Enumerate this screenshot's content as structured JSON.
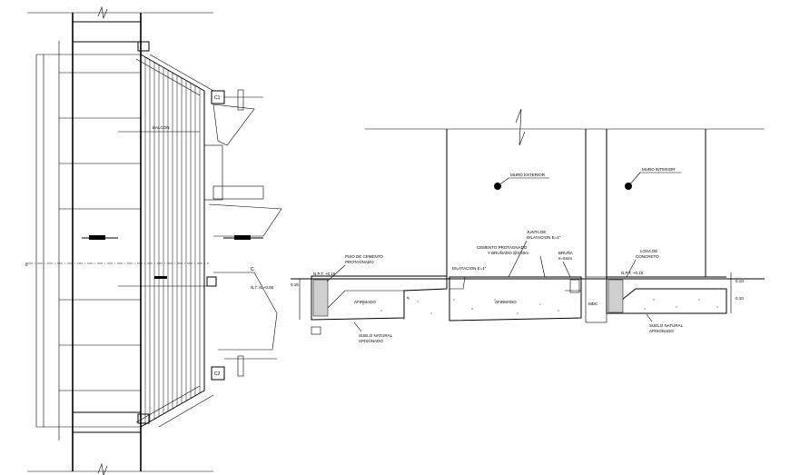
{
  "section": {
    "wall_exterior_label": "MURO EXTERIOR",
    "wall_interior_label": "MURO INTERIOR",
    "cement_floor_label_1": "PISO DE CEMENTO",
    "cement_floor_label_2": "PROTAGNADO",
    "level_left": "N.P.T. +0.15",
    "expansion_joint_1": "JUNTA DE",
    "expansion_joint_2": "DILATACION E=1\"",
    "cement_pulido_1": "CEMENTO PROTAGNADO",
    "cement_pulido_2": "Y BRUÑADO @0.40m",
    "brick_1": "BRUÑA",
    "brick_2": "e=5mm",
    "slab_1": "LOSA DE",
    "slab_2": "CONCRETO",
    "level_right": "N.P.T. +0.15",
    "expansion_joint_small": "DILATACION E=1\"",
    "soil_left_1": "SUELO NATURAL",
    "soil_left_2": "APISONADO",
    "soil_right_1": "SUELO NATURAL",
    "soil_right_2": "APISONADO",
    "fill_label_1": "AFIRMADO",
    "fill_label_2": "AFIRMADO",
    "dim_left": "0.15",
    "dim_right_1": "0.10",
    "dim_right_2": "0.10",
    "small_tag": "MDC"
  },
  "plan": {
    "balcony_label": "BALCON",
    "level_tag": "N.T. N.+0.00",
    "callout_c1": "C1",
    "callout_c2": "C2",
    "callout_c": "C"
  }
}
